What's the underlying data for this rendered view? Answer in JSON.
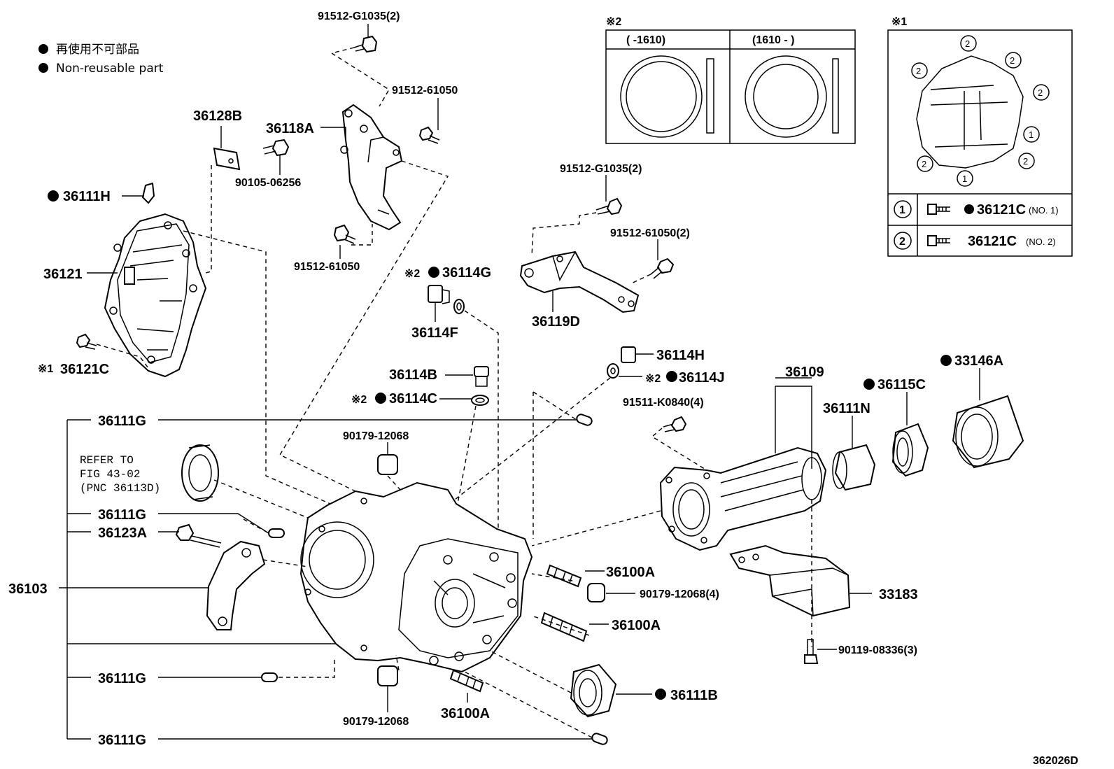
{
  "legend": {
    "jp": "再使用不可部品",
    "en": "Non-reusable part"
  },
  "figure_code": "362026D",
  "refer": {
    "line1": "REFER TO",
    "line2": "FIG 43-02",
    "line3": "(PNC 36113D)"
  },
  "inset2": {
    "mark": "※2",
    "col1": "(     -1610)",
    "col2": "(1610 -     )"
  },
  "inset1": {
    "mark": "※1",
    "row1_num": "1",
    "row1_part": "36121C",
    "row1_note": "(NO. 1)",
    "row2_num": "2",
    "row2_part": "36121C",
    "row2_note": "(NO. 2)",
    "circle_one": "1",
    "circle_two": "2"
  },
  "labels": {
    "p91512_G1035_2_top": "91512-G1035(2)",
    "p91512_61050_top": "91512-61050",
    "p36128B": "36128B",
    "p36118A": "36118A",
    "p90105_06256": "90105-06256",
    "p36111H": "36111H",
    "p36121": "36121",
    "p91512_61050_mid": "91512-61050",
    "p36121C": "36121C",
    "p36121C_mark": "※1",
    "p91512_G1035_2_right": "91512-G1035(2)",
    "p91512_61050_2": "91512-61050(2)",
    "p36119D": "36119D",
    "p36114G": "36114G",
    "p36114G_mark": "※2",
    "p36114F": "36114F",
    "p36114H": "36114H",
    "p36114J": "36114J",
    "p36114J_mark": "※2",
    "p36114B": "36114B",
    "p36114C": "36114C",
    "p36114C_mark": "※2",
    "p91511_K0840_4": "91511-K0840(4)",
    "p36109": "36109",
    "p36115C": "36115C",
    "p33146A": "33146A",
    "p36111N": "36111N",
    "p36111G_1": "36111G",
    "p90179_12068_top": "90179-12068",
    "p36111G_2": "36111G",
    "p36123A": "36123A",
    "p36103": "36103",
    "p36100A_1": "36100A",
    "p90179_12068_4": "90179-12068(4)",
    "p33183": "33183",
    "p36100A_2": "36100A",
    "p90119_08336_3": "90119-08336(3)",
    "p36111G_3": "36111G",
    "p36111B": "36111B",
    "p36100A_3": "36100A",
    "p90179_12068_bottom": "90179-12068",
    "p36111G_4": "36111G"
  }
}
